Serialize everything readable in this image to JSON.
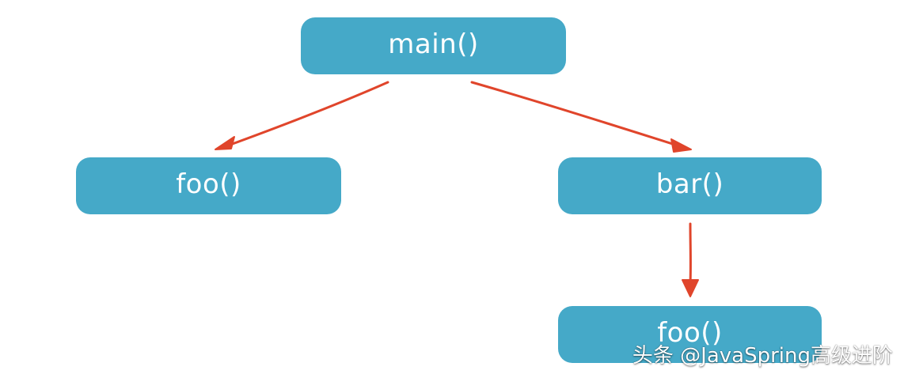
{
  "diagram": {
    "nodes": {
      "main": {
        "label": "main()"
      },
      "foo_left": {
        "label": "foo()"
      },
      "bar": {
        "label": "bar()"
      },
      "foo_bottom": {
        "label": "foo()"
      }
    },
    "edges": [
      {
        "from": "main",
        "to": "foo_left"
      },
      {
        "from": "main",
        "to": "bar"
      },
      {
        "from": "bar",
        "to": "foo_bottom"
      }
    ],
    "colors": {
      "node_fill": "#45a9c8",
      "node_text": "#ffffff",
      "arrow": "#e0452b"
    }
  },
  "watermark": {
    "text": "头条 @JavaSpring高级进阶"
  }
}
